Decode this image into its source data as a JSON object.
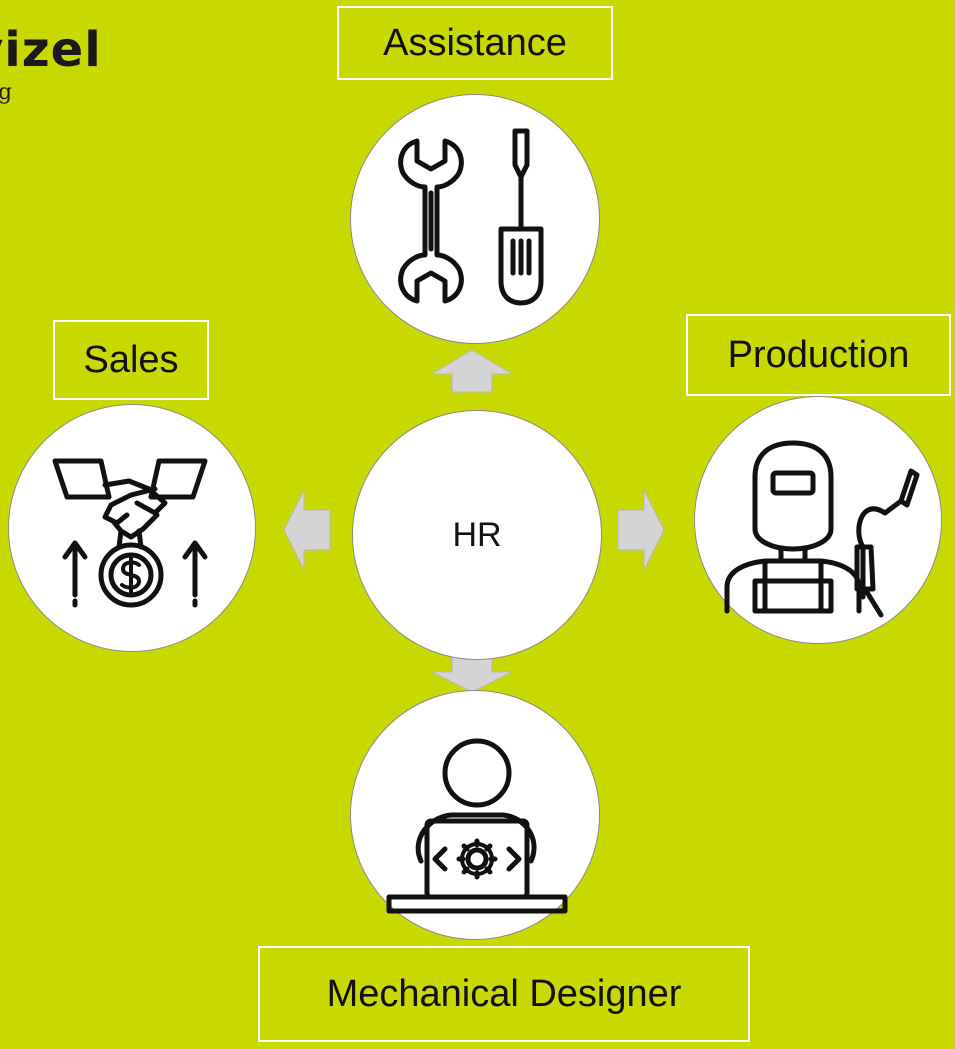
{
  "logo": {
    "word": "vizel",
    "sub": "g"
  },
  "center": {
    "label": "HR"
  },
  "nodes": {
    "assistance": {
      "label": "Assistance",
      "icon": "tools-icon"
    },
    "sales": {
      "label": "Sales",
      "icon": "handshake-money-icon"
    },
    "production": {
      "label": "Production",
      "icon": "welder-icon"
    },
    "designer": {
      "label": "Mechanical Designer",
      "icon": "designer-laptop-icon"
    }
  },
  "colors": {
    "background": "#c8d900",
    "arrow": "#d4d4d4",
    "circle": "#ffffff",
    "label_border": "#ffffff"
  }
}
